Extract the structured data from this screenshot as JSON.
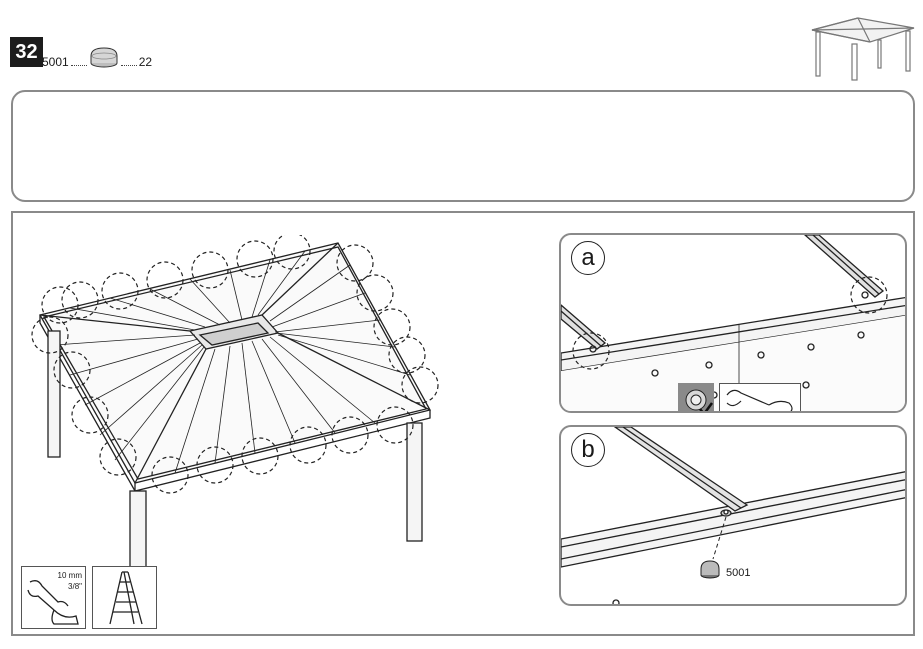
{
  "step": {
    "number": "32"
  },
  "parts": {
    "code": "5001",
    "quantity": "22"
  },
  "details": {
    "a_label": "a",
    "b_label": "b",
    "b_callout": "5001"
  },
  "tools": {
    "wrench_size_mm": "10 mm",
    "wrench_size_in": "3/8\""
  },
  "icons": [
    "gazebo-thumbnail-icon",
    "cap-nut-icon",
    "wrench-icon",
    "ladder-icon",
    "checkmark-icon"
  ]
}
